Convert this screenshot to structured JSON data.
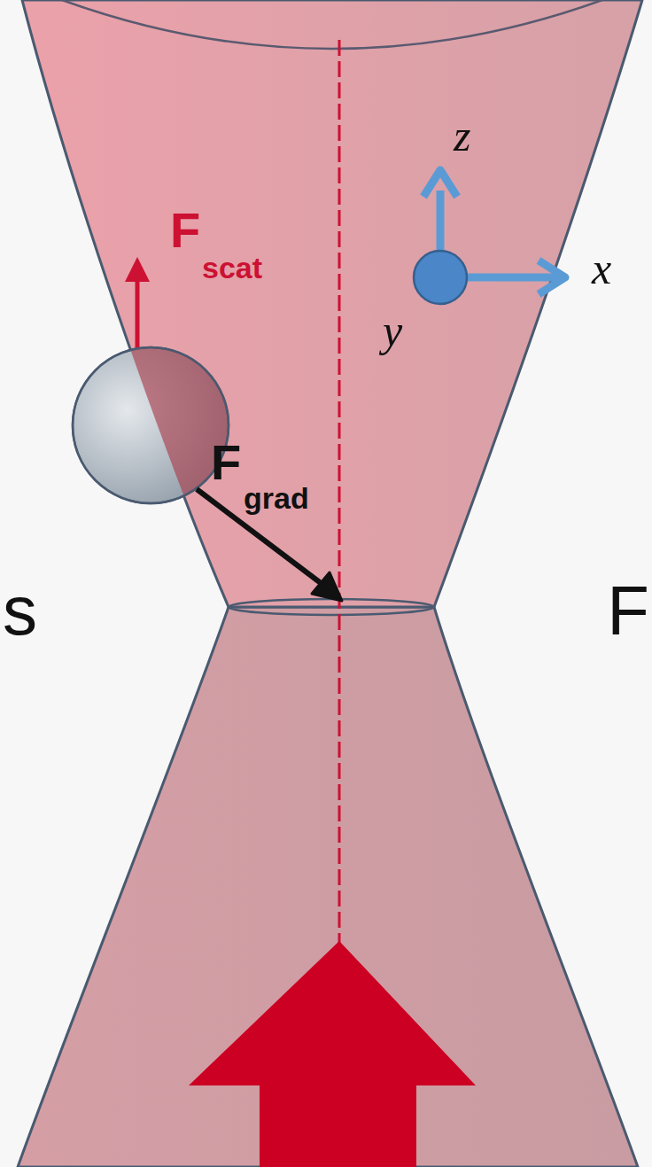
{
  "diagram": {
    "labels": [
      "F",
      "scat",
      "F",
      "grad",
      "z",
      "x",
      "y",
      "s",
      "F"
    ]
  }
}
